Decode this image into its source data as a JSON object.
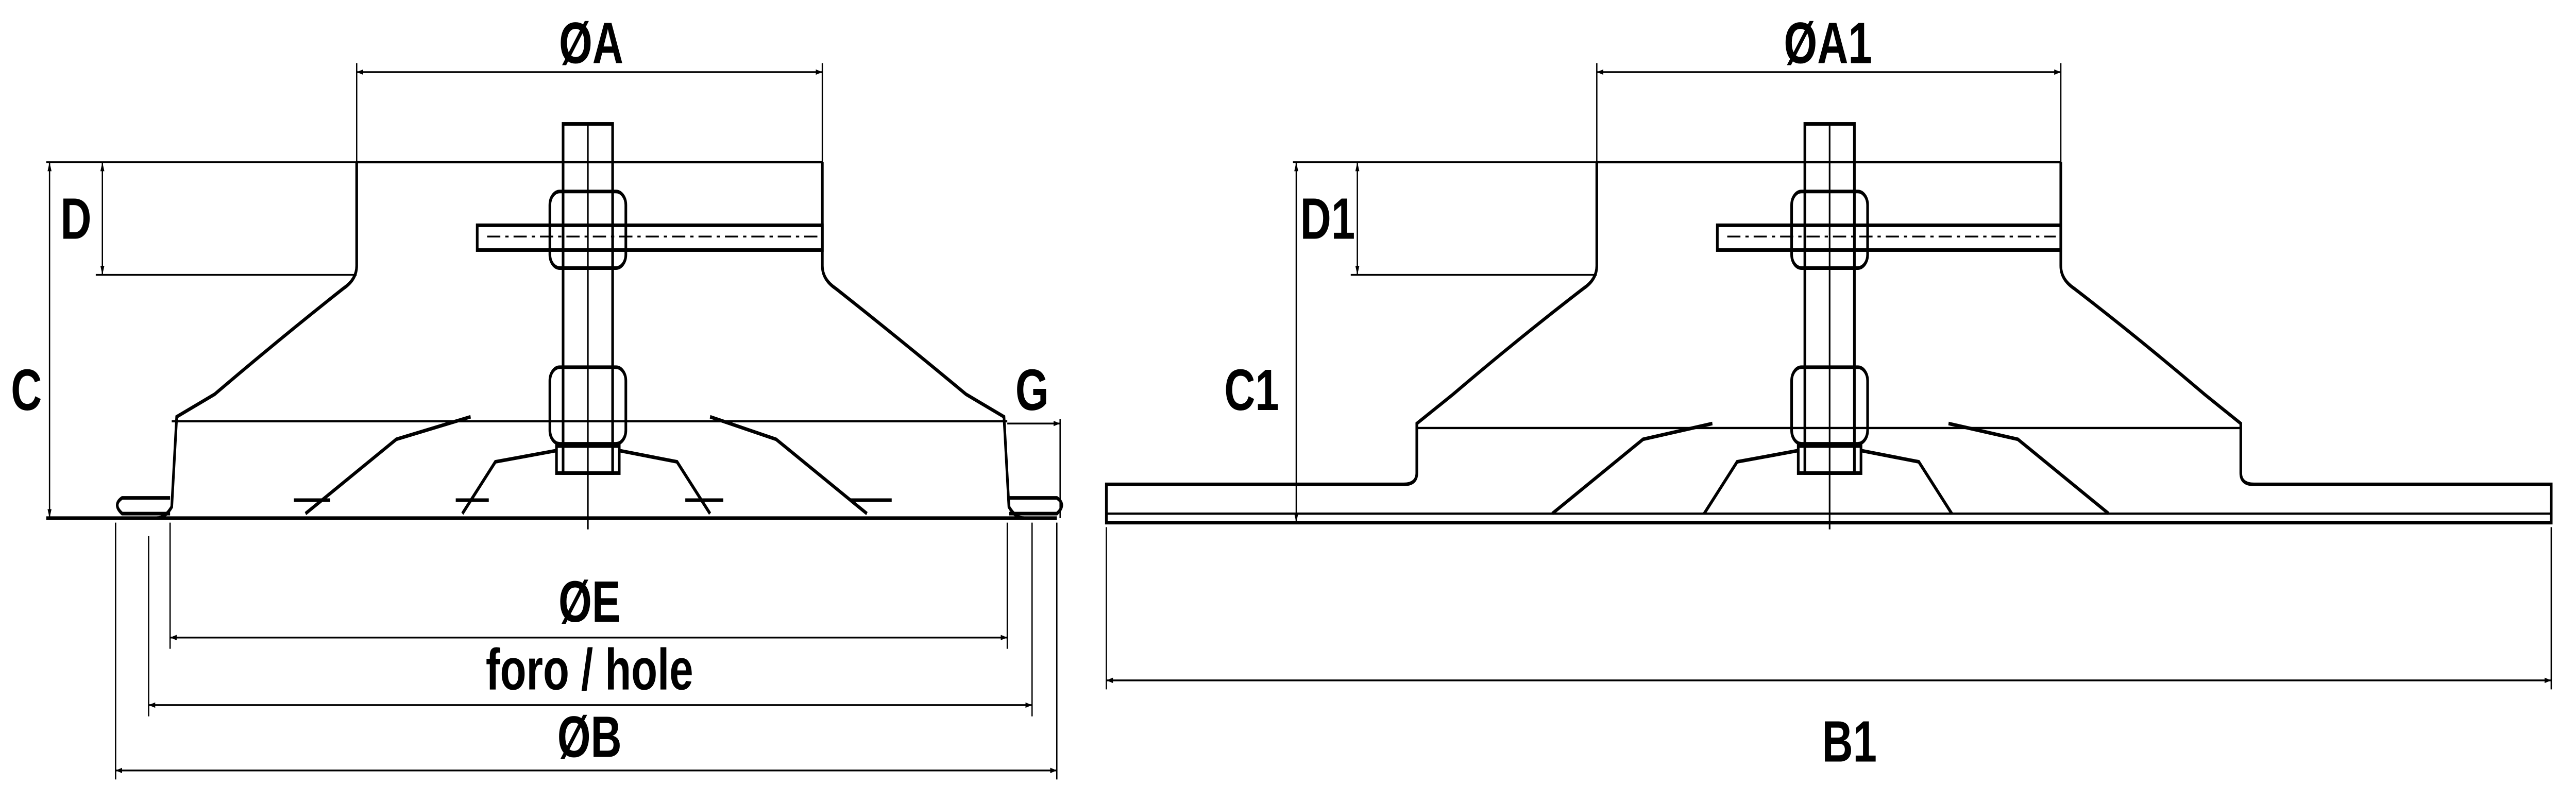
{
  "left_view": {
    "dim_top": "ØA",
    "dim_d": "D",
    "dim_c": "C",
    "dim_g": "G",
    "dim_e": "ØE",
    "dim_hole": "foro / hole",
    "dim_b": "ØB"
  },
  "right_view": {
    "dim_top": "ØA1",
    "dim_d": "D1",
    "dim_c": "C1",
    "dim_b": "B1"
  }
}
